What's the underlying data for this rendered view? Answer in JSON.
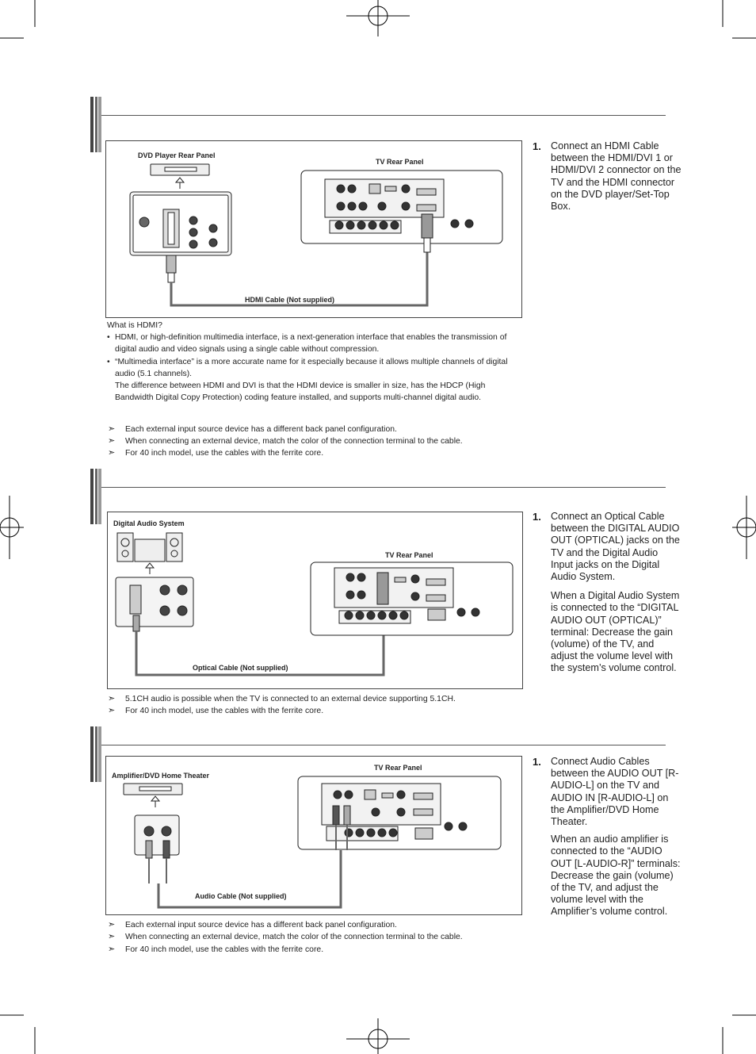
{
  "section1": {
    "dvd_label": "DVD Player Rear Panel",
    "tv_label": "TV Rear Panel",
    "cable_label": "HDMI Cable (Not supplied)",
    "step_num": "1.",
    "step_text": "Connect an HDMI Cable between the HDMI/DVI 1 or HDMI/DVI 2 connector on the TV and the HDMI connector on the DVD player/Set-Top Box.",
    "what_is": "What is HDMI?",
    "bullet1": "HDMI, or high-definition multimedia interface, is a next-generation interface that enables the transmission of digital audio and video signals using a single cable without compression.",
    "bullet2": "“Multimedia interface” is a more accurate name for it especially because it allows multiple channels of digital audio (5.1 channels).",
    "bullet2b": "The difference between HDMI and DVI is that the HDMI device is smaller in size, has the HDCP (High Bandwidth Digital Copy Protection) coding feature installed, and supports  multi-channel digital audio.",
    "notes": [
      "Each external input source device has a different back panel configuration.",
      "When connecting an external device, match the color of the connection terminal to the cable.",
      "For 40 inch model, use the cables with the ferrite core."
    ]
  },
  "section2": {
    "device_label": "Digital Audio System",
    "tv_label": "TV Rear Panel",
    "cable_label": "Optical Cable (Not supplied)",
    "step_num": "1.",
    "step_text": "Connect an Optical Cable between the DIGITAL AUDIO OUT (OPTICAL) jacks on the TV and the Digital Audio Input jacks on the Digital Audio System.",
    "step_text2": "When a Digital Audio System is connected to the “DIGITAL AUDIO OUT (OPTICAL)” terminal: Decrease the gain (volume) of the TV, and adjust the volume level with the system’s volume control.",
    "notes": [
      "5.1CH audio is possible when the TV is connected to an external device supporting 5.1CH.",
      "For 40 inch model, use the cables with the ferrite core."
    ]
  },
  "section3": {
    "device_label": "Amplifier/DVD Home Theater",
    "tv_label": "TV Rear Panel",
    "cable_label": "Audio Cable (Not supplied)",
    "step_num": "1.",
    "step_text": "Connect Audio Cables between the AUDIO OUT [R-AUDIO-L] on the TV and AUDIO IN [R-AUDIO-L] on the Amplifier/DVD Home Theater.",
    "step_text2": "When an audio amplifier is connected to the “AUDIO OUT [L-AUDIO-R]” terminals: Decrease the gain (volume) of the TV, and adjust the volume level with the Amplifier’s volume control.",
    "notes": [
      "Each external input source device has a different back panel configuration.",
      "When connecting an external device, match the color of the connection terminal to the cable.",
      "For 40 inch model, use the cables with the ferrite core."
    ]
  },
  "note_arrow": "➣",
  "bullet_char": "•"
}
